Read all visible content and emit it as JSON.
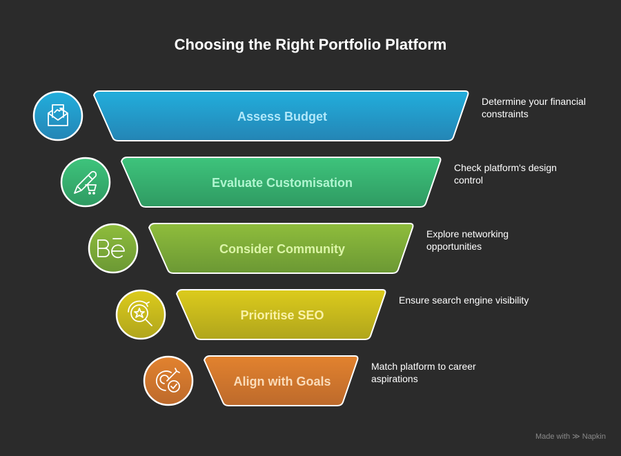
{
  "title": "Choosing the Right Portfolio Platform",
  "levels": [
    {
      "label": "Assess Budget",
      "description": "Determine your financial constraints",
      "icon": "envelope-chart-icon",
      "color_top": "#22aedc",
      "color_bottom": "#2485b5",
      "text_color": "#b0e8fa"
    },
    {
      "label": "Evaluate Customisation",
      "description": "Check platform's design control",
      "icon": "pencil-cart-icon",
      "color_top": "#3ec47c",
      "color_bottom": "#2f9a62",
      "text_color": "#b0f5d0"
    },
    {
      "label": "Consider Community",
      "description": "Explore networking opportunities",
      "icon": "behance-icon",
      "color_top": "#8fbd3c",
      "color_bottom": "#6b9834",
      "text_color": "#dcf5a8"
    },
    {
      "label": "Prioritise SEO",
      "description": "Ensure search engine visibility",
      "icon": "search-star-icon",
      "color_top": "#dccb1c",
      "color_bottom": "#b0a51c",
      "text_color": "#faf2a8"
    },
    {
      "label": "Align with Goals",
      "description": "Match platform to career aspirations",
      "icon": "target-check-icon",
      "color_top": "#e2822e",
      "color_bottom": "#bd6a2c",
      "text_color": "#fadcba"
    }
  ],
  "footer": "Made with ≫ Napkin"
}
